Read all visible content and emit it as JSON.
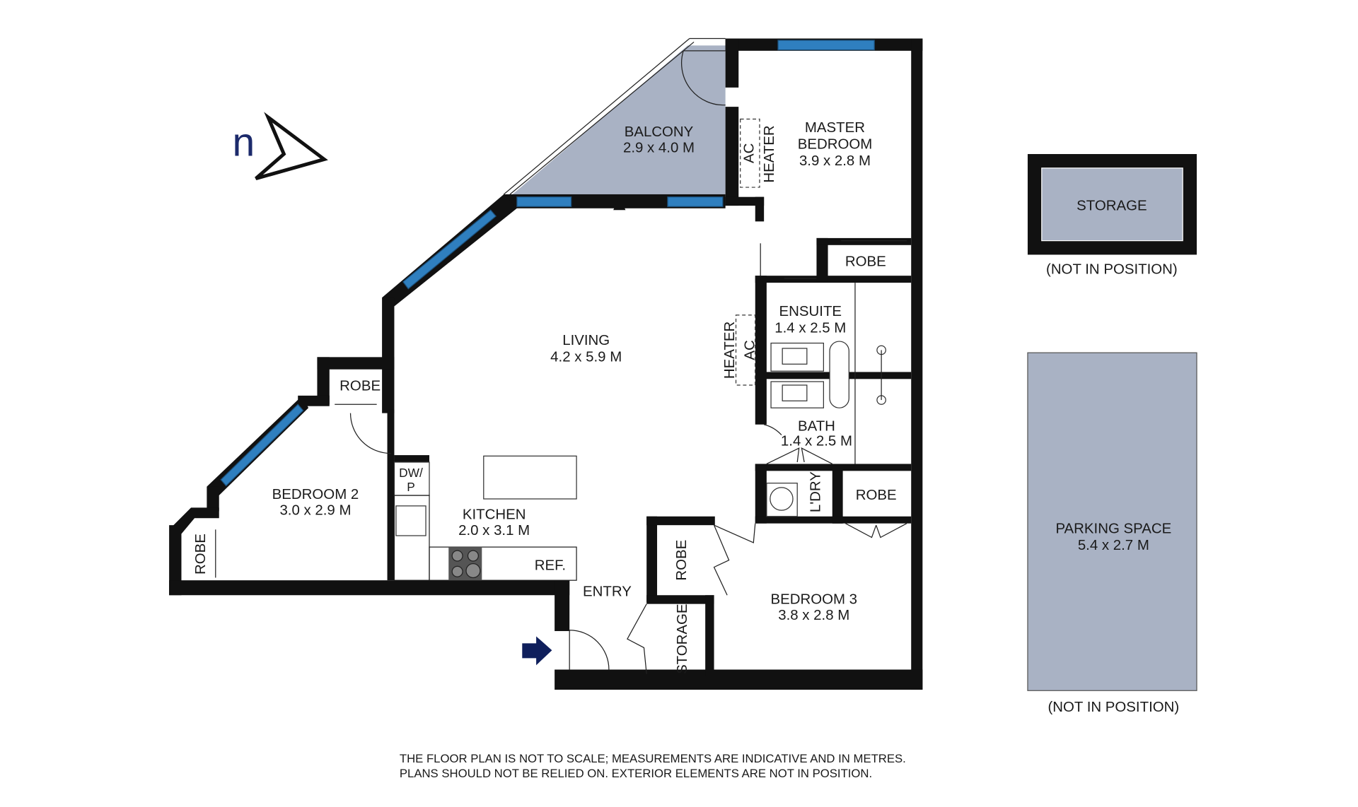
{
  "north": {
    "label": "n"
  },
  "rooms": {
    "balcony": {
      "name": "BALCONY",
      "dims": "2.9 x 4.0 M"
    },
    "master": {
      "name1": "MASTER",
      "name2": "BEDROOM",
      "dims": "3.9 x 2.8 M"
    },
    "living": {
      "name": "LIVING",
      "dims": "4.2 x 5.9 M"
    },
    "ensuite": {
      "name": "ENSUITE",
      "dims": "1.4 x 2.5 M"
    },
    "bath": {
      "name": "BATH",
      "dims": "1.4 x 2.5 M"
    },
    "bedroom2": {
      "name": "BEDROOM 2",
      "dims": "3.0 x 2.9 M"
    },
    "kitchen": {
      "name": "KITCHEN",
      "dims": "2.0 x 3.1 M"
    },
    "bedroom3": {
      "name": "BEDROOM 3",
      "dims": "3.8 x 2.8 M"
    },
    "entry": {
      "name": "ENTRY"
    },
    "laundry": {
      "name": "L'DRY"
    },
    "storage_internal": {
      "name": "STORAGE"
    }
  },
  "fixtures": {
    "ac": "AC",
    "heater": "HEATER",
    "robe": "ROBE",
    "dwp1": "DW/",
    "dwp2": "P",
    "ref": "REF."
  },
  "external": {
    "storage": {
      "name": "STORAGE",
      "note": "(NOT IN POSITION)"
    },
    "parking": {
      "name": "PARKING SPACE",
      "dims": "5.4 x 2.7 M",
      "note": "(NOT IN POSITION)"
    }
  },
  "disclaimer": {
    "line1": "THE FLOOR PLAN IS NOT TO SCALE; MEASUREMENTS ARE INDICATIVE AND IN METRES.",
    "line2": "PLANS SHOULD NOT BE RELIED ON. EXTERIOR ELEMENTS ARE NOT IN POSITION."
  },
  "colors": {
    "wall": "#111111",
    "window": "#2f7fbf",
    "shade": "#a9b2c4",
    "entry_arrow": "#0f1f5c"
  }
}
